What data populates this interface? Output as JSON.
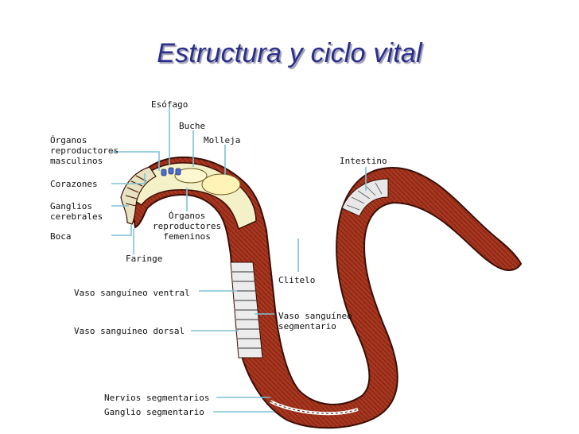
{
  "title": "Estructura y ciclo vital",
  "labels": {
    "esofago": "Esófago",
    "buche": "Buche",
    "molleja": "Molleja",
    "organos_masculinos": "Órganos\nreproductores\nmasculinos",
    "corazones": "Corazones",
    "ganglios_cerebrales": "Ganglios\ncerebrales",
    "boca": "Boca",
    "faringe": "Faringe",
    "organos_femeninos": "Órganos\nreproductores\nfemeninos",
    "intestino": "Intestino",
    "clitelo": "Clitelo",
    "vaso_ventral": "Vaso sanguíneo ventral",
    "vaso_dorsal": "Vaso sanguíneo dorsal",
    "vaso_segmentario": "Vaso sanguíneo\nsegmentario",
    "nervios_segmentarios": "Nervios segmentarios",
    "ganglio_segmentario": "Ganglio segmentario"
  },
  "colors": {
    "title": "#2b2f8c",
    "worm_body": "#a8361f",
    "worm_outline": "#3a0e06",
    "worm_interior": "#f4f0c8",
    "pointer_lines": "#7fc1d6",
    "gut_cells": "#ffffff"
  }
}
